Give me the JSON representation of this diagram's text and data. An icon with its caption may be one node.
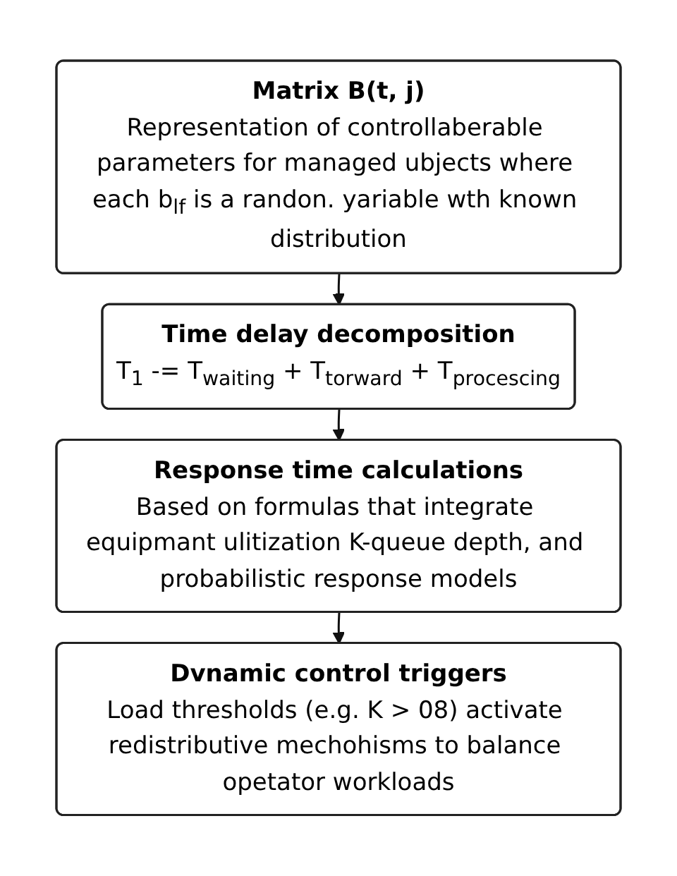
{
  "diagram": {
    "nodes": [
      {
        "text": [
          "Matrix B(t, j)",
          "Representation of controllaberable parameters for managed ubjects where each b$_{lf}$ is a randon. yariable wth known distribution"
        ]
      },
      {
        "text": [
          "Time delay decomposition",
          "T$_{1}$ -= T$_{waiting}$ + T$_{torward}$ + T$_{procescing}$"
        ]
      },
      {
        "text": [
          "Response time calculations",
          "Based on formulas that integrate equipmant ulitization K-queue depth, and probabilistic response models"
        ]
      },
      {
        "text": [
          "Dvnamic control triggers",
          "Load thresholds (e.g. K > 08) activate redistributive mechohisms to balance opetator workloads"
        ]
      }
    ],
    "edges": [
      {
        "from": 0,
        "to": 1,
        "arrow": "to"
      },
      {
        "from": 1,
        "to": 2,
        "arrow": "to"
      },
      {
        "from": 2,
        "to": 3,
        "arrow": "to"
      }
    ]
  }
}
